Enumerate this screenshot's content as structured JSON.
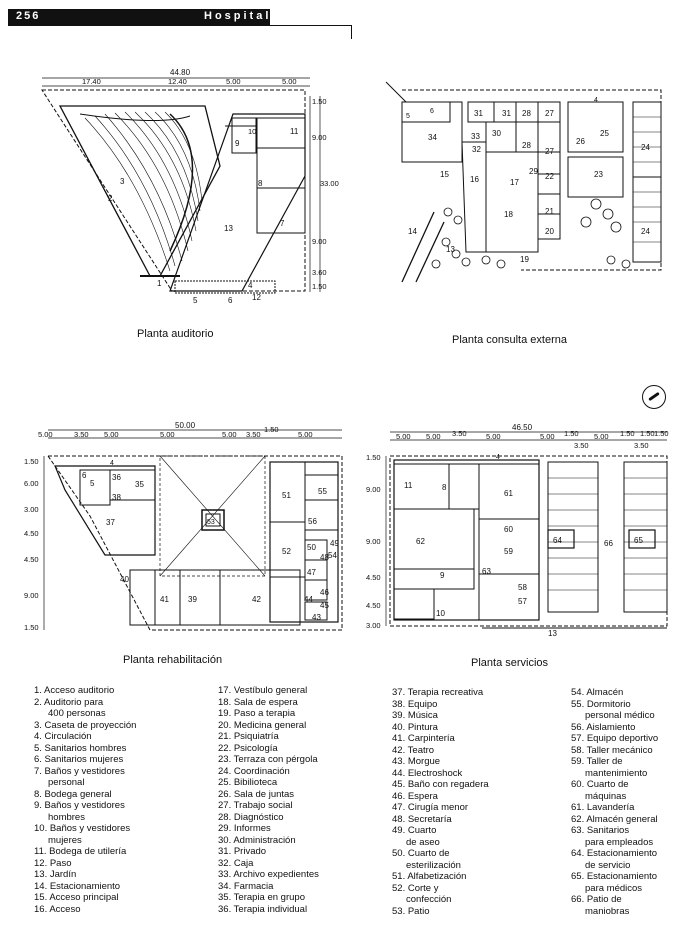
{
  "header": {
    "page_number": "256",
    "title": "Hospital"
  },
  "plans": {
    "auditorio": {
      "caption": "Planta auditorio",
      "dims_top": [
        "44.80",
        "17.40",
        "12.40",
        "5.00",
        "5.00"
      ],
      "dims_right": [
        "1.50",
        "9.00",
        "33.00",
        "9.00",
        "3.60",
        "1.50"
      ],
      "room_labels": [
        "1",
        "2",
        "3",
        "4",
        "5",
        "6",
        "7",
        "8",
        "9",
        "10",
        "11",
        "12",
        "13"
      ]
    },
    "consulta": {
      "caption": "Planta consulta externa",
      "room_labels": [
        "4",
        "5",
        "6",
        "13",
        "14",
        "15",
        "16",
        "17",
        "18",
        "19",
        "20",
        "21",
        "22",
        "23",
        "24",
        "24",
        "25",
        "26",
        "27",
        "27",
        "28",
        "28",
        "29",
        "30",
        "31",
        "31",
        "32",
        "33",
        "34"
      ]
    },
    "rehabilitacion": {
      "caption": "Planta rehabilitación",
      "dims_top": [
        "50.00",
        "5.00",
        "3.50",
        "5.00",
        "5.00",
        "5.00",
        "3.50",
        "1.50",
        "5.00"
      ],
      "dims_left": [
        "1.50",
        "6.00",
        "3.00",
        "4.50",
        "4.50",
        "9.00",
        "1.50"
      ],
      "room_labels": [
        "4",
        "5",
        "6",
        "35",
        "36",
        "37",
        "38",
        "39",
        "40",
        "41",
        "42",
        "43",
        "44",
        "45",
        "46",
        "47",
        "48",
        "49",
        "50",
        "51",
        "52",
        "53",
        "54",
        "55",
        "56"
      ]
    },
    "servicios": {
      "caption": "Planta servicios",
      "dims_top": [
        "46.50",
        "5.00",
        "5.00",
        "3.50",
        "5.00",
        "5.00",
        "1.50",
        "5.00",
        "1.50",
        "1.50",
        "1.50",
        "3.50",
        "3.50"
      ],
      "dims_left": [
        "1.50",
        "9.00",
        "9.00",
        "4.50",
        "4.50",
        "3.00"
      ],
      "room_labels": [
        "4",
        "8",
        "9",
        "10",
        "11",
        "13",
        "57",
        "58",
        "59",
        "60",
        "61",
        "62",
        "63",
        "64",
        "65",
        "66"
      ]
    }
  },
  "legend": {
    "col1": [
      "1. Acceso auditorio",
      "2. Auditorio para\n400 personas",
      "3. Caseta de proyección",
      "4. Circulación",
      "5. Sanitarios hombres",
      "6. Sanitarios mujeres",
      "7. Baños y vestidores\npersonal",
      "8. Bodega general",
      "9. Baños y vestidores\nhombres",
      "10. Baños y vestidores\nmujeres",
      "11. Bodega de utilería",
      "12. Paso",
      "13. Jardín",
      "14. Estacionamiento",
      "15. Acceso principal",
      "16. Acceso"
    ],
    "col2": [
      "17. Vestíbulo general",
      "18. Sala de espera",
      "19. Paso a terapia",
      "20. Medicina general",
      "21. Psiquiatría",
      "22. Psicología",
      "23. Terraza con pérgola",
      "24. Coordinación",
      "25. Bibilioteca",
      "26. Sala de juntas",
      "27. Trabajo social",
      "28. Diagnóstico",
      "29. Informes",
      "30. Administración",
      "31. Privado",
      "32. Caja",
      "33. Archivo expedientes",
      "34. Farmacia",
      "35. Terapia en grupo",
      "36. Terapia individual"
    ],
    "col3": [
      "37. Terapia recreativa",
      "38. Equipo",
      "39. Música",
      "40. Pintura",
      "41. Carpintería",
      "42. Teatro",
      "43. Morgue",
      "44. Electroshock",
      "45. Baño con regadera",
      "46. Espera",
      "47. Cirugía menor",
      "48. Secretaría",
      "49. Cuarto\nde aseo",
      "50. Cuarto de\nesterilización",
      "51. Alfabetización",
      "52. Corte y\nconfección",
      "53. Patio"
    ],
    "col4": [
      "54. Almacén",
      "55. Dormitorio\npersonal médico",
      "56. Aislamiento",
      "57. Equipo deportivo",
      "58. Taller mecánico",
      "59. Taller de\nmantenimiento",
      "60. Cuarto de\nmáquinas",
      "61. Lavandería",
      "62. Almacén general",
      "63. Sanitarios\npara empleados",
      "64. Estacionamiento\nde servicio",
      "65. Estacionamiento\npara médicos",
      "66. Patio de\nmaniobras"
    ]
  }
}
